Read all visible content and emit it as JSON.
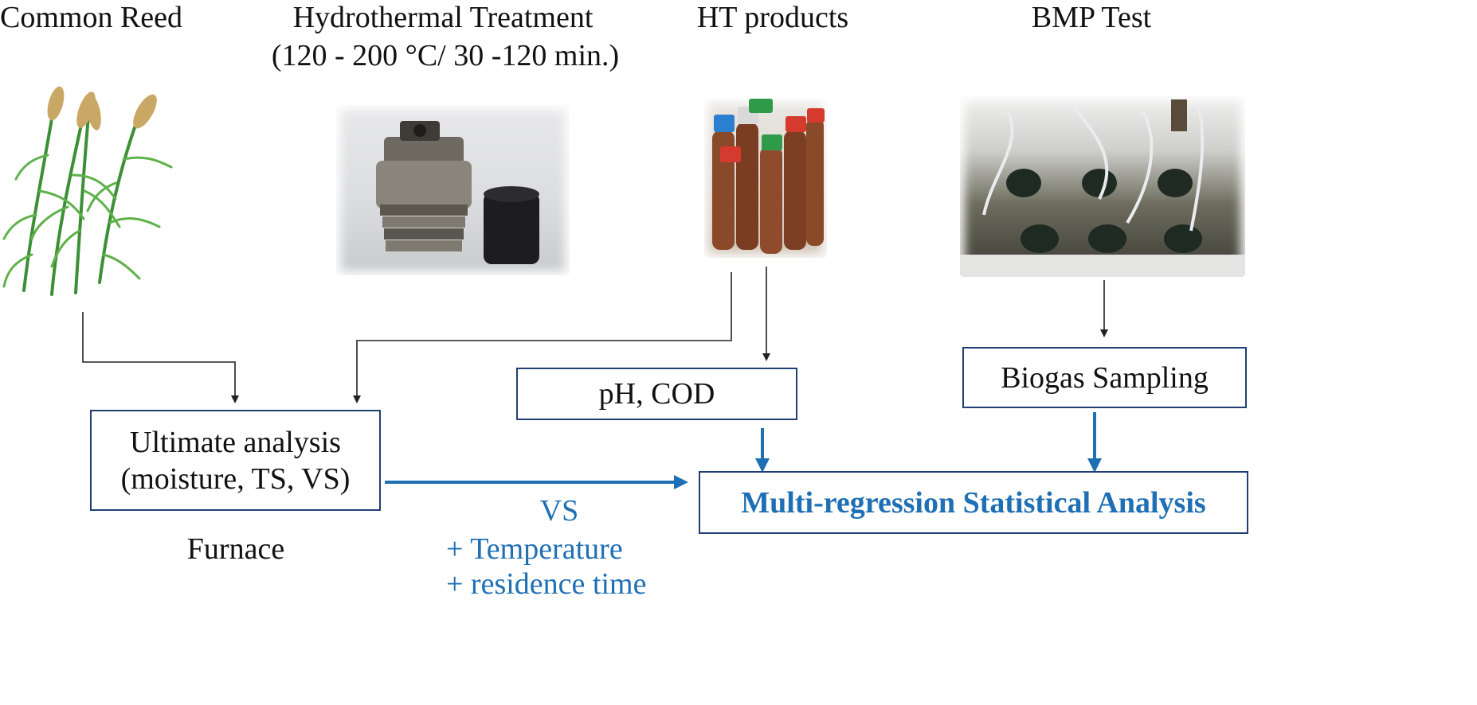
{
  "stages": {
    "reed": "Common Reed",
    "ht_title": "Hydrothermal Treatment",
    "ht_conditions": "(120 - 200  °C/ 30 -120 min.)",
    "ht_products": "HT products",
    "bmp": "BMP Test"
  },
  "boxes": {
    "ultimate_line1": "Ultimate analysis",
    "ultimate_line2": "(moisture, TS, VS)",
    "ph_cod": "pH, COD",
    "biogas": "Biogas Sampling",
    "multi": "Multi-regression Statistical Analysis"
  },
  "annotations": {
    "furnace": "Furnace",
    "vs": "VS",
    "temperature": "+ Temperature",
    "residence": "+ residence time"
  },
  "colors": {
    "accent_blue": "#1f6fb5",
    "box_border": "#1f3f73",
    "thin_arrow": "#222222"
  },
  "icons": {
    "reed": "reed-plant-photo",
    "reactor": "hydrothermal-reactor-photo",
    "tubes": "sample-tubes-photo",
    "bmp": "bmp-water-bath-photo"
  }
}
